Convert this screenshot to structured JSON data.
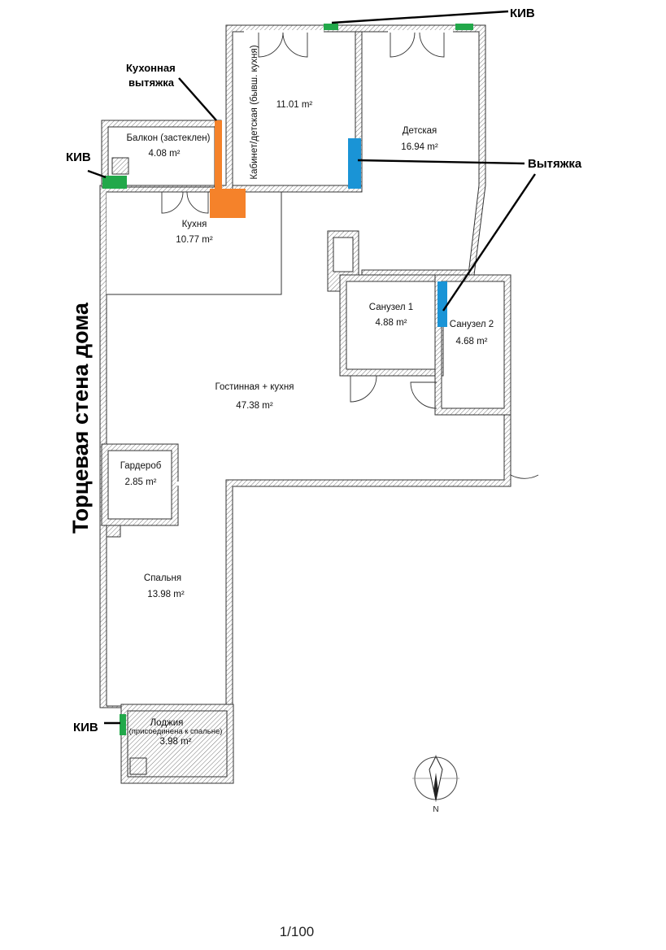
{
  "rooms": {
    "balcony": {
      "name": "Балкон (застеклен)",
      "area": "4.08 m²"
    },
    "study": {
      "name": "Кабинет/детская (бывш. кухня)",
      "area": "11.01 m²"
    },
    "nursery": {
      "name": "Детская",
      "area": "16.94 m²"
    },
    "kitchen": {
      "name": "Кухня",
      "area": "10.77 m²"
    },
    "bath1": {
      "name": "Санузел 1",
      "area": "4.88 m²"
    },
    "bath2": {
      "name": "Санузел 2",
      "area": "4.68 m²"
    },
    "living": {
      "name": "Гостинная + кухня",
      "area": "47.38 m²"
    },
    "wardrobe": {
      "name": "Гардероб",
      "area": "2.85 m²"
    },
    "bedroom": {
      "name": "Спальня",
      "area": "13.98 m²"
    },
    "loggia": {
      "name": "Лоджия",
      "note": "(присоединена к спальне)",
      "area": "3.98 m²"
    }
  },
  "annotations": {
    "kiv_top": "КИВ",
    "kiv_left": "КИВ",
    "kiv_bottom": "КИВ",
    "kitchen_hood_line1": "Кухонная",
    "kitchen_hood_line2": "вытяжка",
    "exhaust": "Вытяжка",
    "end_wall": "Торцевая стена дома"
  },
  "compass": {
    "label": "N"
  },
  "scale": "1/100",
  "colors": {
    "supply_inlet": "#22a84a",
    "kitchen_hood": "#f5822a",
    "exhaust": "#1a94d6",
    "wall": "#333333"
  }
}
